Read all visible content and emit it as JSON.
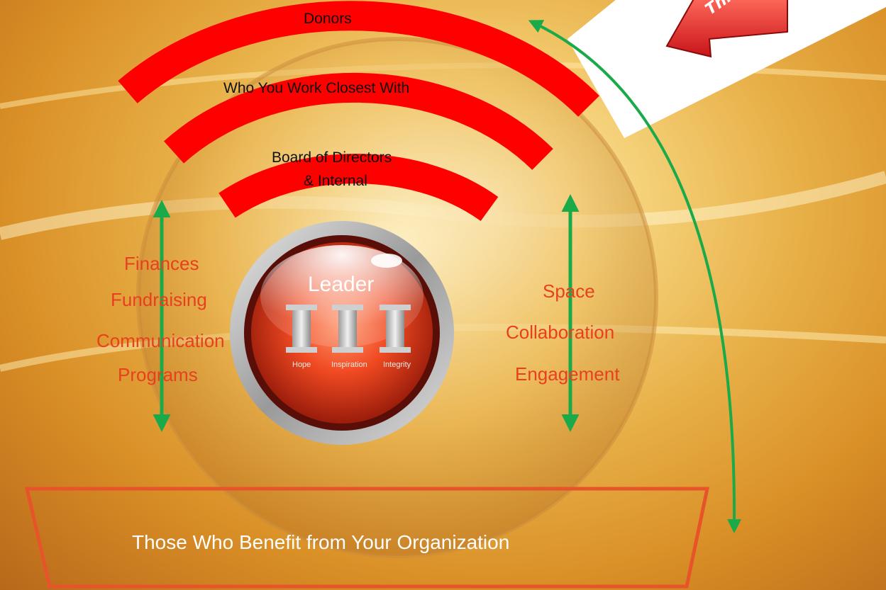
{
  "rings": {
    "outer": "Donors",
    "middle": "Who You Work Closest With",
    "inner_line1": "Board of Directors",
    "inner_line2": "& Internal"
  },
  "left_items": [
    "Finances",
    "Fundraising",
    "Communication",
    "Programs"
  ],
  "right_items": [
    "Space",
    "Collaboration",
    "Engagement"
  ],
  "leader": {
    "title": "Leader",
    "pillars": [
      "Hope",
      "Inspiration",
      "Integrity"
    ]
  },
  "base_box": {
    "label": "Those Who Benefit from Your Organization"
  },
  "sticker": {
    "text": "This is"
  },
  "colors": {
    "ring_red": "#ff0000",
    "text_orange": "#e8401e",
    "arrow_green": "#1aaa4a",
    "box_border": "#e8542a"
  }
}
